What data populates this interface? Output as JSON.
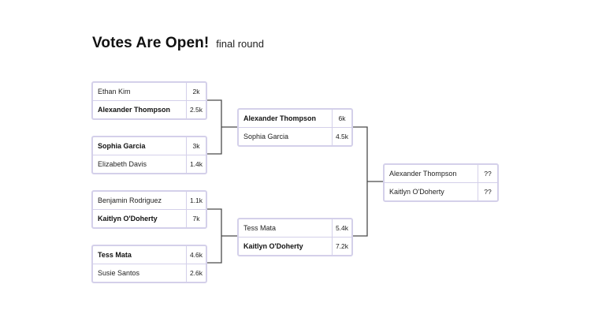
{
  "header": {
    "title": "Votes Are Open!",
    "subtitle": "final round"
  },
  "round1": [
    {
      "top": {
        "name": "Ethan Kim",
        "score": "2k",
        "winner": false
      },
      "bottom": {
        "name": "Alexander Thompson",
        "score": "2.5k",
        "winner": true
      }
    },
    {
      "top": {
        "name": "Sophia Garcia",
        "score": "3k",
        "winner": true
      },
      "bottom": {
        "name": "Elizabeth Davis",
        "score": "1.4k",
        "winner": false
      }
    },
    {
      "top": {
        "name": "Benjamin Rodriguez",
        "score": "1.1k",
        "winner": false
      },
      "bottom": {
        "name": "Kaitlyn O'Doherty",
        "score": "7k",
        "winner": true
      }
    },
    {
      "top": {
        "name": "Tess Mata",
        "score": "4.6k",
        "winner": true
      },
      "bottom": {
        "name": "Susie Santos",
        "score": "2.6k",
        "winner": false
      }
    }
  ],
  "round2": [
    {
      "top": {
        "name": "Alexander Thompson",
        "score": "6k",
        "winner": true
      },
      "bottom": {
        "name": "Sophia Garcia",
        "score": "4.5k",
        "winner": false
      }
    },
    {
      "top": {
        "name": "Tess Mata",
        "score": "5.4k",
        "winner": false
      },
      "bottom": {
        "name": "Kaitlyn O'Doherty",
        "score": "7.2k",
        "winner": true
      }
    }
  ],
  "final": {
    "top": {
      "name": "Alexander Thompson",
      "score": "??",
      "winner": false
    },
    "bottom": {
      "name": "Kaitlyn O'Doherty",
      "score": "??",
      "winner": false
    }
  },
  "colors": {
    "box_border": "#d4d0ea",
    "connector": "#4a4a4a"
  }
}
